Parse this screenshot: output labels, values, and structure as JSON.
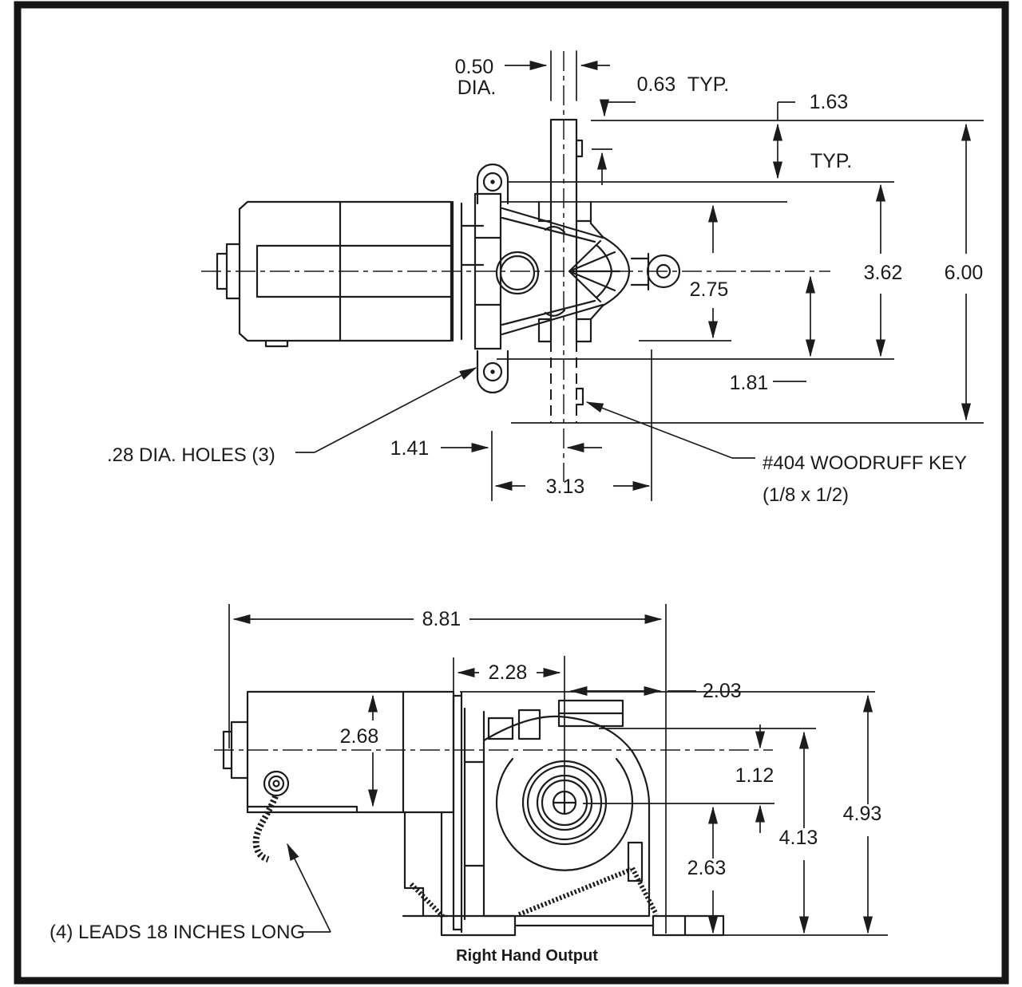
{
  "page": {
    "background": "#ffffff",
    "frame_color": "#161616",
    "line_color": "#1c1c1c",
    "description": "Two-view dimensioned engineering drawing of a right-angle AC/DC gearmotor"
  },
  "top_view": {
    "dia_0_50": "0.50",
    "dia_0_50_unit": "DIA.",
    "dim_0_63": "0.63",
    "dim_0_63_typ": "TYP.",
    "dim_1_63": "1.63",
    "typ": "TYP.",
    "dim_3_62": "3.62",
    "dim_6_00": "6.00",
    "dim_2_75": "2.75",
    "dim_1_81": "1.81",
    "dim_1_41": "1.41",
    "dim_3_13": "3.13",
    "note_holes": ".28 DIA. HOLES (3)",
    "note_key_line1": "#404 WOODRUFF KEY",
    "note_key_line2": "(1/8 x 1/2)"
  },
  "side_view": {
    "dim_8_81": "8.81",
    "dim_2_28": "2.28",
    "dim_2_03": "2.03",
    "dim_2_68": "2.68",
    "dim_1_12": "1.12",
    "dim_4_93": "4.93",
    "dim_4_13": "4.13",
    "dim_2_63": "2.63",
    "note_leads": "(4) LEADS 18 INCHES LONG",
    "caption": "Right Hand Output"
  }
}
